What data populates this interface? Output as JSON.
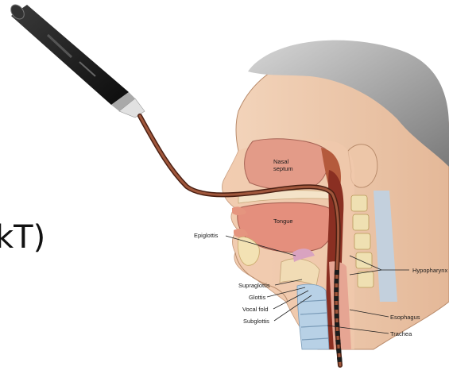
{
  "side_text": "kT)",
  "labels": {
    "nasal_septum_line1": "Nasal",
    "nasal_septum_line2": "septum",
    "tongue": "Tongue",
    "epiglottis": "Epiglottis",
    "hypopharynx": "Hypopharynx",
    "supraglottis": "Supraglottis",
    "glottis": "Glottis",
    "vocal_fold": "Vocal fold",
    "subglottis": "Subglottis",
    "esophagus": "Esophagus",
    "trachea": "Trachea"
  },
  "icons": {
    "endoscope": "endoscope-icon",
    "head": "head-cross-section-illustration"
  }
}
